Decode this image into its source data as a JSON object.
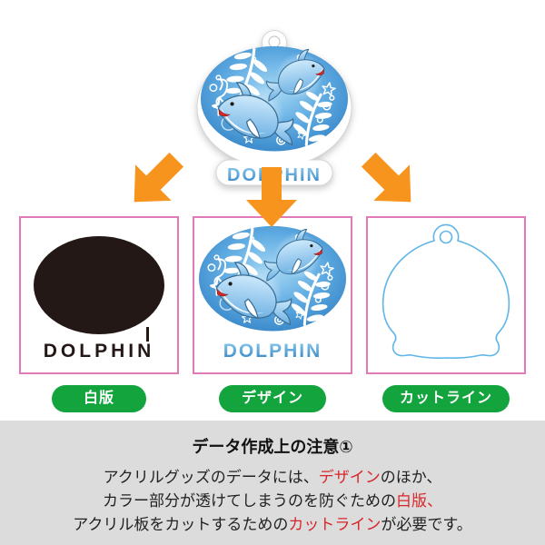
{
  "colors": {
    "arrow_orange": "#F7941E",
    "panel_border_pink": "#E27AB8",
    "button_green": "#13A43E",
    "cutline_blue": "#5FB5E8",
    "silhouette_black": "#231815",
    "note_background_gray": "#DCDCDC",
    "highlight_red": "#D7262B",
    "sea_blue": "#4D9FD8"
  },
  "keychain": {
    "label": "DOLPHIN"
  },
  "panels": [
    {
      "tag": "白版",
      "dolphin_label": "DOLPHIN",
      "image": "white-plate-silhouette"
    },
    {
      "tag": "デザイン",
      "dolphin_label": "DOLPHIN",
      "image": "dolphin-color-design"
    },
    {
      "tag": "カットライン",
      "image": "cutline-outline"
    }
  ],
  "note": {
    "title": "データ作成上の注意①",
    "lines": [
      {
        "segments": [
          {
            "text": "アクリルグッズのデータには、"
          },
          {
            "text": "デザイン",
            "red": true
          },
          {
            "text": "のほか、"
          }
        ]
      },
      {
        "segments": [
          {
            "text": "カラー部分が透けてしまうのを防ぐための"
          },
          {
            "text": "白版、",
            "red": true
          },
          {
            "text": ""
          }
        ]
      },
      {
        "segments": [
          {
            "text": "アクリル板をカットするための"
          },
          {
            "text": "カットライン",
            "red": true
          },
          {
            "text": "が必要です。"
          }
        ]
      }
    ]
  }
}
